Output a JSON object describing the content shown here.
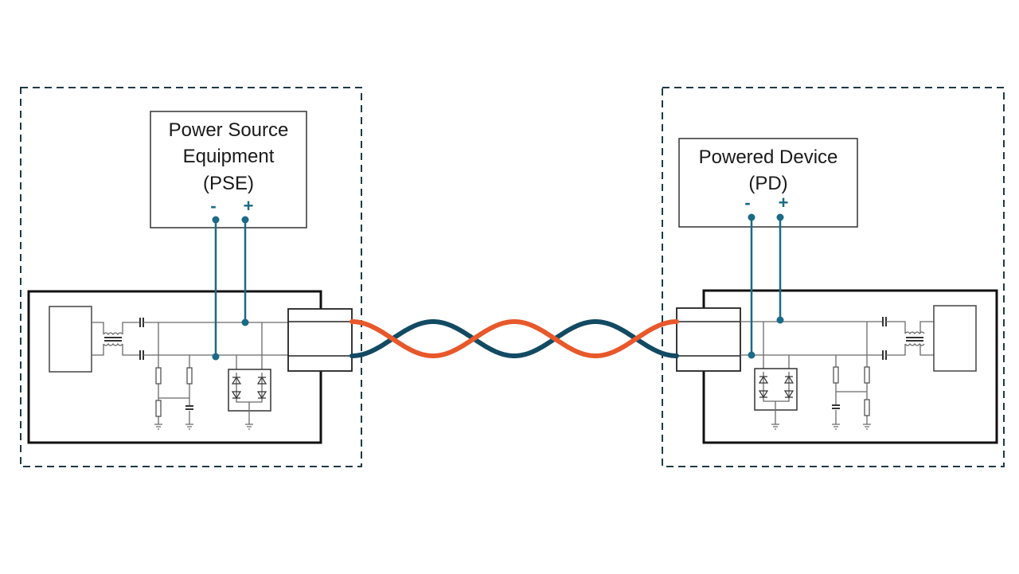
{
  "colors": {
    "lead": "#1b6a86",
    "wire_a": "#e8582a",
    "wire_b": "#124a63",
    "dashed": "#1e3a44",
    "frame": "#111111"
  },
  "pse": {
    "title_lines": [
      "Power Source",
      "Equipment",
      "(PSE)"
    ],
    "minus": "-",
    "plus": "+"
  },
  "pd": {
    "title_lines": [
      "Powered Device",
      "(PD)"
    ],
    "minus": "-",
    "plus": "+"
  },
  "cable": {
    "type": "twisted-pair",
    "half_twists": 4
  }
}
